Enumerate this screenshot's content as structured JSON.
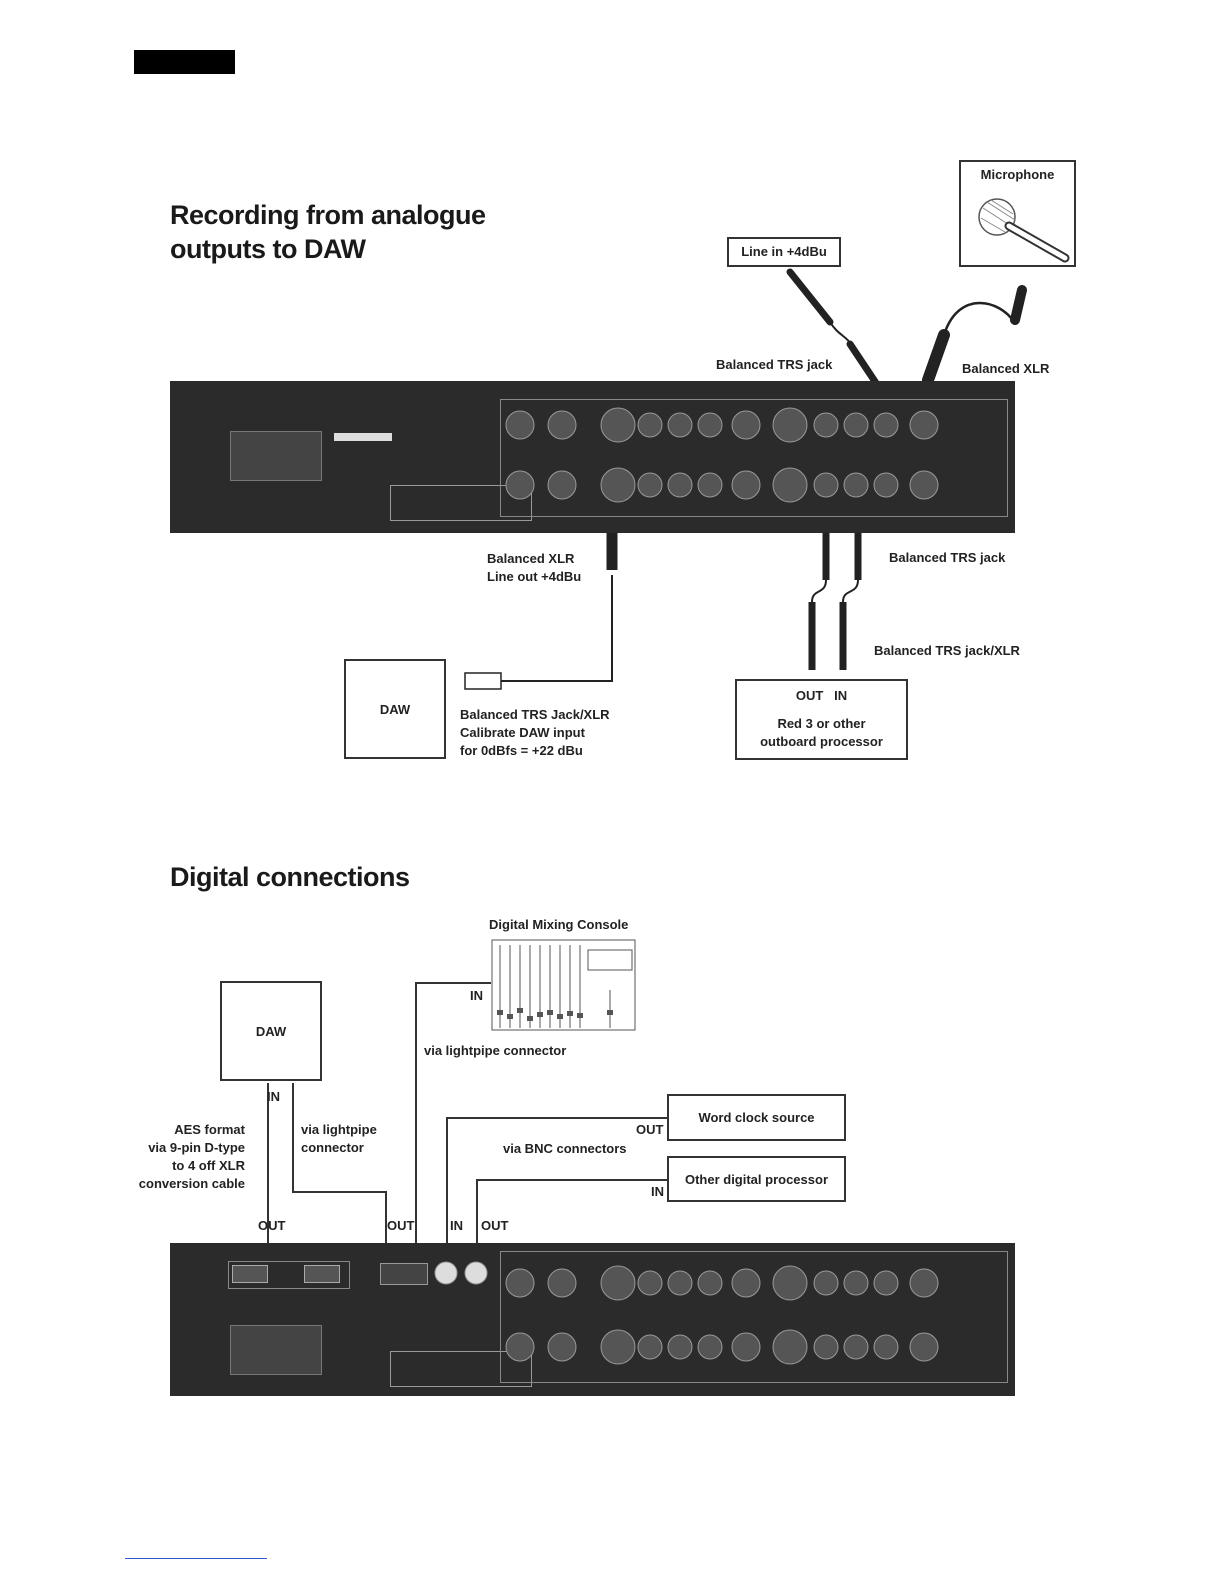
{
  "page": {
    "header_bar_color": "#000000",
    "footer_line_color": "#3355cc"
  },
  "section1": {
    "title_line1": "Recording from analogue",
    "title_line2": "outputs to DAW",
    "microphone_box": "Microphone",
    "line_in_box": "Line in +4dBu",
    "balanced_trs_jack_top": "Balanced TRS jack",
    "balanced_xlr_top": "Balanced XLR",
    "balanced_xlr_out_line1": "Balanced XLR",
    "balanced_xlr_out_line2": "Line out +4dBu",
    "balanced_trs_jack_right": "Balanced TRS jack",
    "balanced_trs_jack_xlr": "Balanced TRS jack/XLR",
    "daw_box": "DAW",
    "daw_note_line1": "Balanced TRS Jack/XLR",
    "daw_note_line2": "Calibrate DAW input",
    "daw_note_line3": "for 0dBfs = +22 dBu",
    "processor_box_io": "OUT   IN",
    "processor_box_line1": "Red 3 or other",
    "processor_box_line2": "outboard processor"
  },
  "section2": {
    "title": "Digital connections",
    "console_label": "Digital Mixing Console",
    "console_in": "IN",
    "daw_box": "DAW",
    "daw_in": "IN",
    "via_lightpipe_connector": "via lightpipe connector",
    "aes_line1": "AES format",
    "aes_line2": "via 9-pin D-type",
    "aes_line3": "to 4 off XLR",
    "aes_line4": "conversion cable",
    "lightpipe_line1": "via lightpipe",
    "lightpipe_line2": "connector",
    "word_clock_box": "Word clock source",
    "word_clock_out": "OUT",
    "via_bnc": "via BNC connectors",
    "other_processor_box": "Other digital processor",
    "other_processor_in": "IN",
    "out_1": "OUT",
    "out_2": "OUT",
    "in_1": "IN",
    "out_3": "OUT"
  }
}
